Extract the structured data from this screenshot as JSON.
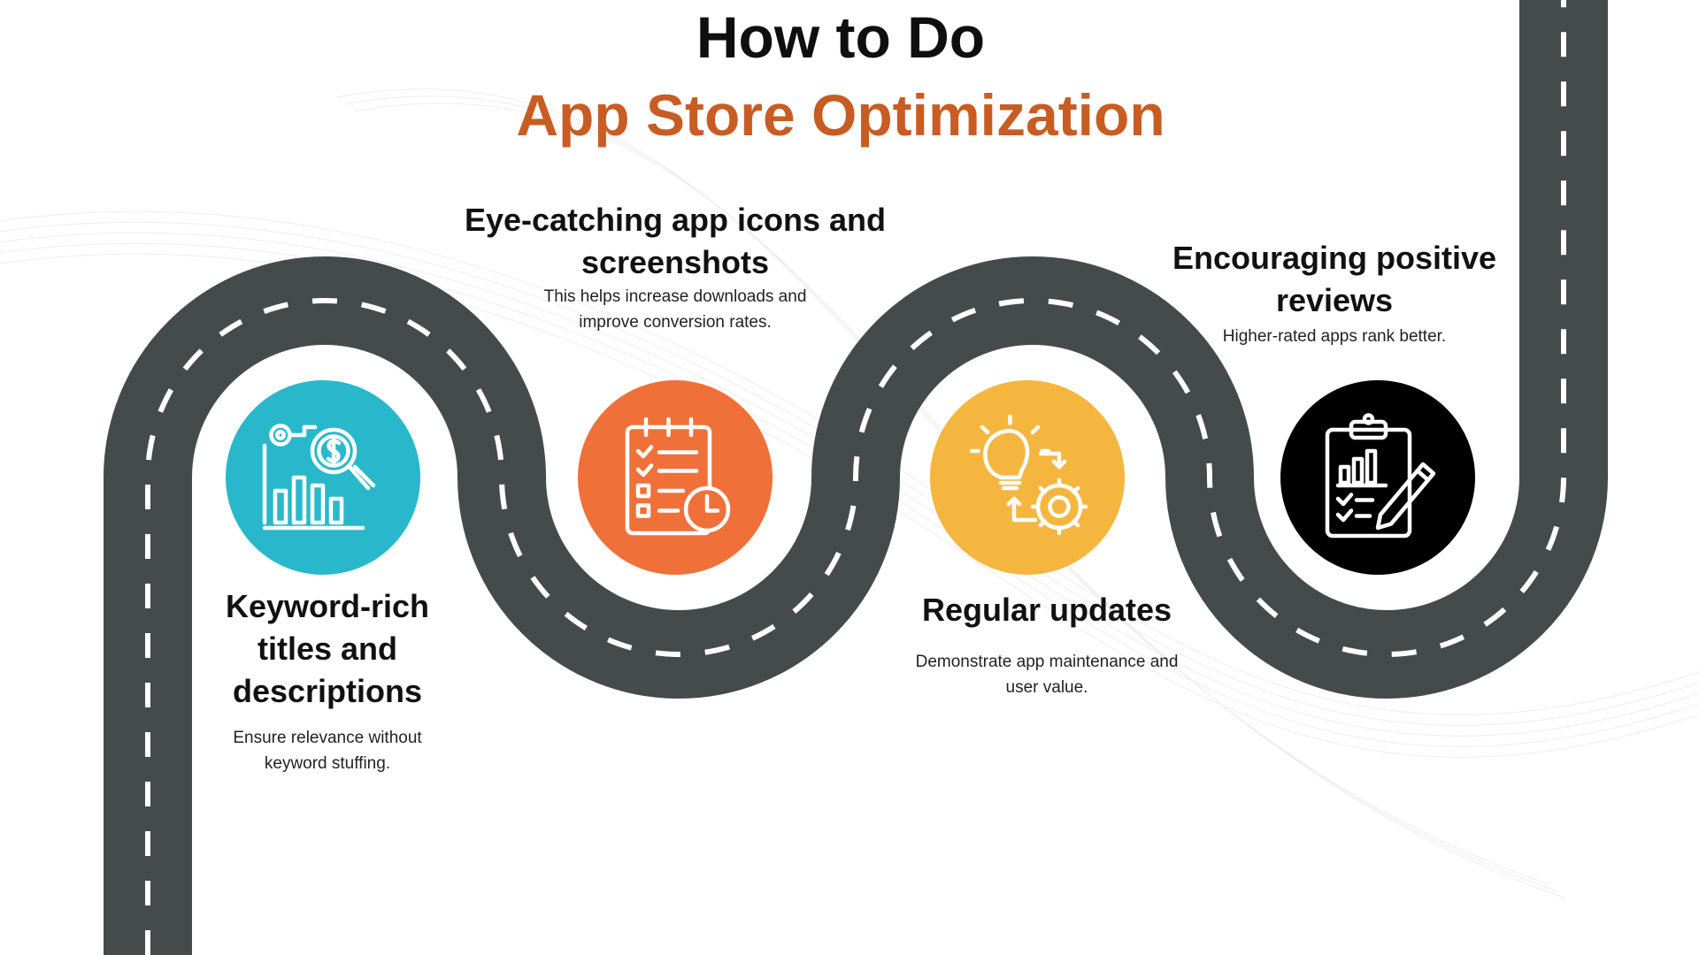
{
  "title": {
    "line1": "How to Do",
    "line2": "App Store Optimization"
  },
  "colors": {
    "road": "#454b4b",
    "dash": "#ffffff",
    "accent": "#c85d24",
    "circle1": "#29b8cb",
    "circle2": "#f0703a",
    "circle3": "#f5b640",
    "circle4": "#000000"
  },
  "steps": [
    {
      "heading": "Keyword-rich titles and descriptions",
      "heading_lines": [
        "Keyword-rich",
        "titles and",
        "descriptions"
      ],
      "text_lines": [
        "Ensure relevance without",
        "keyword stuffing."
      ],
      "icon": "chart-magnifier-dollar-icon"
    },
    {
      "heading": "Eye-catching app icons and screenshots",
      "heading_lines": [
        "Eye-catching app icons and",
        "screenshots"
      ],
      "text_lines": [
        "This helps increase downloads and",
        "improve conversion rates."
      ],
      "icon": "checklist-clock-icon"
    },
    {
      "heading": "Regular updates",
      "heading_lines": [
        "Regular updates"
      ],
      "text_lines": [
        "Demonstrate app maintenance and",
        "user value."
      ],
      "icon": "lightbulb-gear-icon"
    },
    {
      "heading": "Encouraging positive reviews",
      "heading_lines": [
        "Encouraging positive",
        "reviews"
      ],
      "text_lines": [
        "Higher-rated apps rank better."
      ],
      "icon": "clipboard-chart-pen-icon"
    }
  ]
}
